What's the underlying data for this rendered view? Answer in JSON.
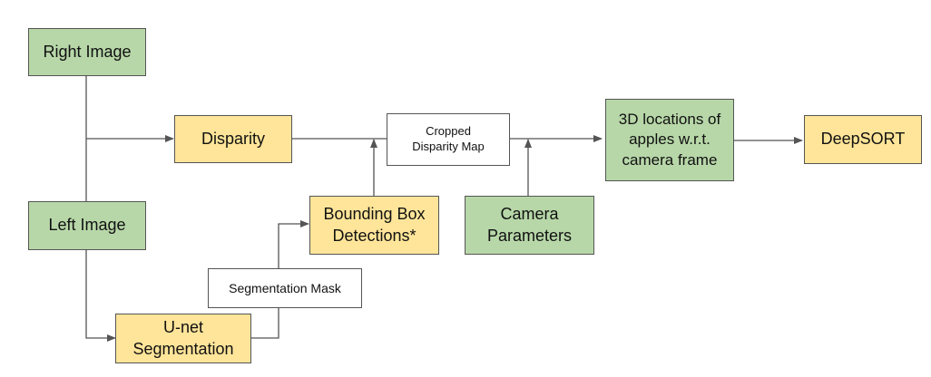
{
  "colors": {
    "green": "#b7d7a8",
    "yellow": "#ffe599",
    "line": "#555555"
  },
  "nodes": {
    "right_image": "Right Image",
    "left_image": "Left Image",
    "disparity": "Disparity",
    "cropped_disparity_map_1": "Cropped",
    "cropped_disparity_map_2": "Disparity Map",
    "bounding_box_1": "Bounding Box",
    "bounding_box_2": "Detections*",
    "segmentation_mask": "Segmentation Mask",
    "unet_1": "U-net",
    "unet_2": "Segmentation",
    "camera_parameters_1": "Camera",
    "camera_parameters_2": "Parameters",
    "locations_1": "3D locations of",
    "locations_2": "apples w.r.t.",
    "locations_3": "camera frame",
    "deepsort": "DeepSORT"
  }
}
